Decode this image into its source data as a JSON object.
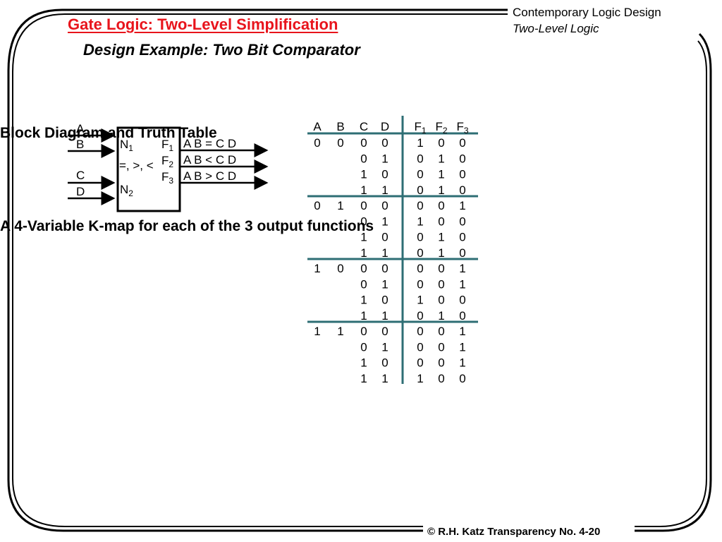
{
  "header": {
    "title": "Gate Logic: Two-Level Simplification",
    "subtitle": "Design Example: Two Bit Comparator",
    "course": "Contemporary Logic Design",
    "topic": "Two-Level Logic"
  },
  "block_diagram": {
    "inputs": [
      "A",
      "B",
      "C",
      "D"
    ],
    "input_group_labels": [
      {
        "base": "N",
        "sub": "1"
      },
      {
        "base": "N",
        "sub": "2"
      }
    ],
    "operator_label": "=, >, <",
    "output_pins": [
      {
        "base": "F",
        "sub": "1"
      },
      {
        "base": "F",
        "sub": "2"
      },
      {
        "base": "F",
        "sub": "3"
      }
    ],
    "output_expressions": [
      "A B = C D",
      "A B < C D",
      "A B > C D"
    ]
  },
  "truth_table": {
    "headers": [
      {
        "base": "A",
        "sub": ""
      },
      {
        "base": "B",
        "sub": ""
      },
      {
        "base": "C",
        "sub": ""
      },
      {
        "base": "D",
        "sub": ""
      },
      {
        "base": "F",
        "sub": "1"
      },
      {
        "base": "F",
        "sub": "2"
      },
      {
        "base": "F",
        "sub": "3"
      }
    ],
    "rows": [
      [
        "0",
        "0",
        "0",
        "0",
        "1",
        "0",
        "0"
      ],
      [
        "",
        "",
        "0",
        "1",
        "0",
        "1",
        "0"
      ],
      [
        "",
        "",
        "1",
        "0",
        "0",
        "1",
        "0"
      ],
      [
        "",
        "",
        "1",
        "1",
        "0",
        "1",
        "0"
      ],
      [
        "0",
        "1",
        "0",
        "0",
        "0",
        "0",
        "1"
      ],
      [
        "",
        "",
        "0",
        "1",
        "1",
        "0",
        "0"
      ],
      [
        "",
        "",
        "1",
        "0",
        "0",
        "1",
        "0"
      ],
      [
        "",
        "",
        "1",
        "1",
        "0",
        "1",
        "0"
      ],
      [
        "1",
        "0",
        "0",
        "0",
        "0",
        "0",
        "1"
      ],
      [
        "",
        "",
        "0",
        "1",
        "0",
        "0",
        "1"
      ],
      [
        "",
        "",
        "1",
        "0",
        "1",
        "0",
        "0"
      ],
      [
        "",
        "",
        "1",
        "1",
        "0",
        "1",
        "0"
      ],
      [
        "1",
        "1",
        "0",
        "0",
        "0",
        "0",
        "1"
      ],
      [
        "",
        "",
        "0",
        "1",
        "0",
        "0",
        "1"
      ],
      [
        "",
        "",
        "1",
        "0",
        "0",
        "0",
        "1"
      ],
      [
        "",
        "",
        "1",
        "1",
        "1",
        "0",
        "0"
      ]
    ]
  },
  "notes": {
    "block_heading": "Block Diagram and Truth Table",
    "kmap_note": "A 4-Variable K-map for each of the 3 output functions"
  },
  "footer": {
    "text": "© R.H. Katz   Transparency No. 4-20"
  },
  "colors": {
    "title": "#e8141c",
    "table_rule": "#2e6e74"
  }
}
